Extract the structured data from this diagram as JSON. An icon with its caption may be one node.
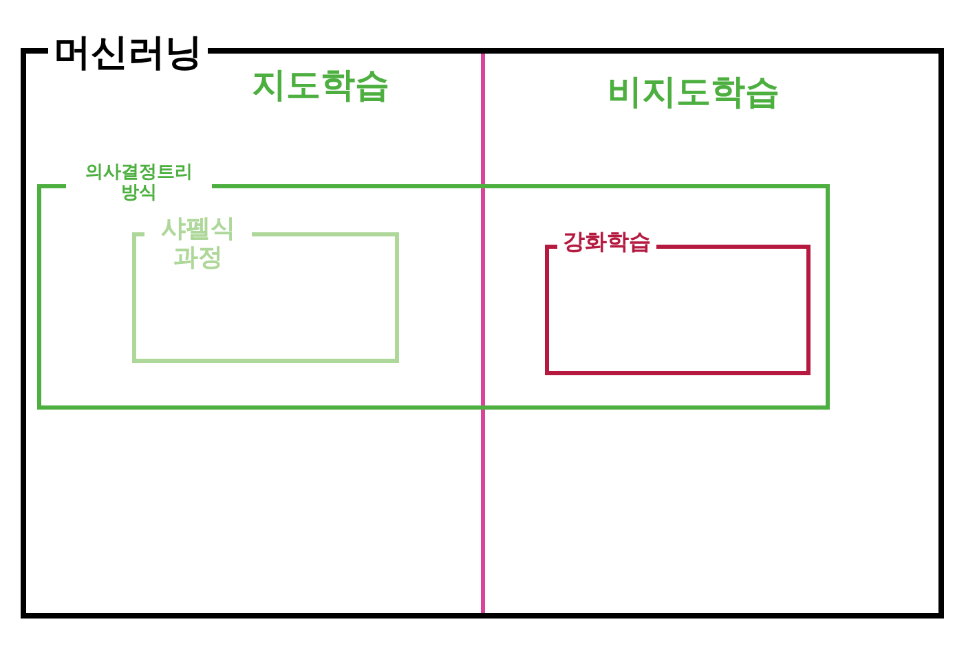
{
  "diagram": {
    "nodes": [
      {
        "text": [
          "머신러닝"
        ]
      },
      {
        "text": [
          "의사결정트리 방식"
        ],
        "in": 0
      },
      {
        "text": [
          "샤펠식 과정"
        ],
        "in": 1
      },
      {
        "text": [
          "강화학습"
        ],
        "in": 1
      }
    ],
    "labels": [
      "지도학습",
      "비지도학습"
    ]
  }
}
